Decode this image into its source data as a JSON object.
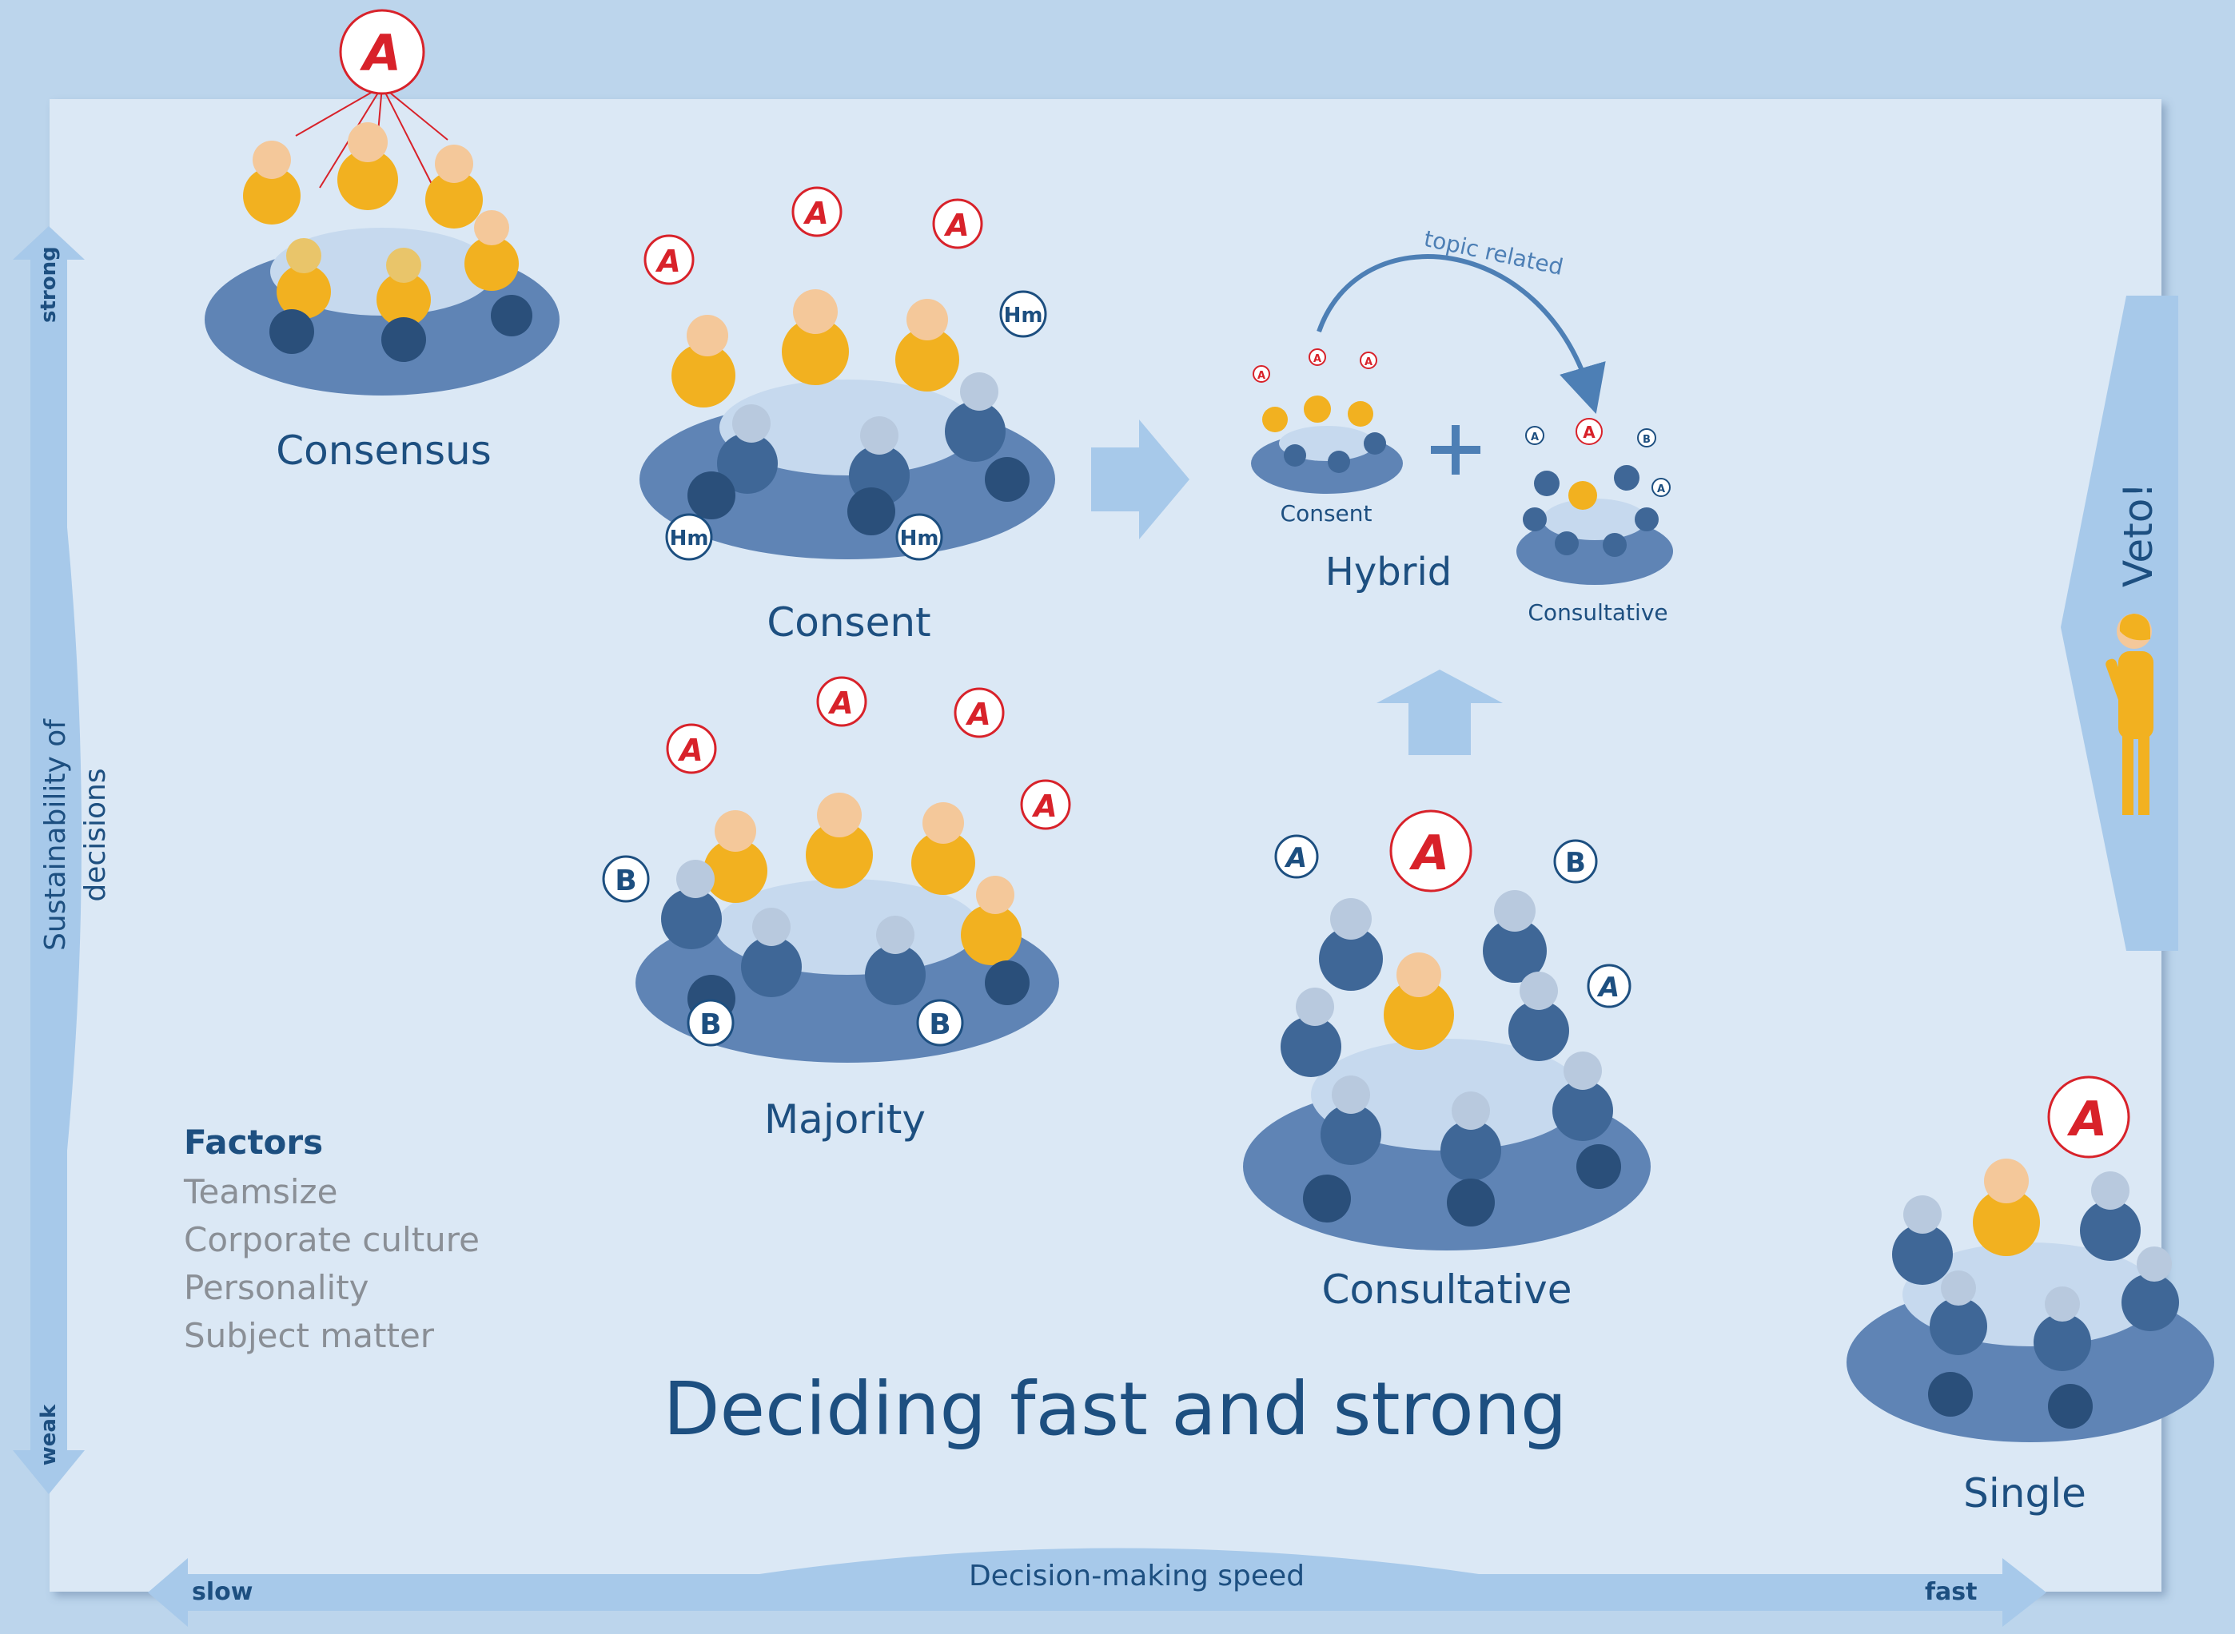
{
  "title": "Deciding fast and strong",
  "axes": {
    "y_label": "Sustainability of decisions",
    "y_top": "strong",
    "y_bottom": "weak",
    "x_label": "Decision-making speed",
    "x_left": "slow",
    "x_right": "fast"
  },
  "groups": {
    "consensus": "Consensus",
    "consent": "Consent",
    "majority": "Majority",
    "consultative": "Consultative",
    "single": "Single",
    "hybrid": "Hybrid",
    "hybrid_consent": "Consent",
    "hybrid_consultative": "Consultative"
  },
  "bubbles": {
    "a": "A",
    "b": "B",
    "hm": "Hm"
  },
  "hybrid_arrow_label": "topic related",
  "plus": "+",
  "veto": "Veto!",
  "factors": {
    "heading": "Factors",
    "items": [
      "Teamsize",
      "Corporate culture",
      "Personality",
      "Subject matter"
    ]
  },
  "colors": {
    "background": "#bcd5ec",
    "panel": "#dbe8f5",
    "arrow": "#a7c9ea",
    "text_dark": "#1d4f80",
    "table": "#5f84b5",
    "person_yellow": "#f2b120",
    "person_blue": "#3f6797",
    "bubble_red": "#d8222a"
  }
}
